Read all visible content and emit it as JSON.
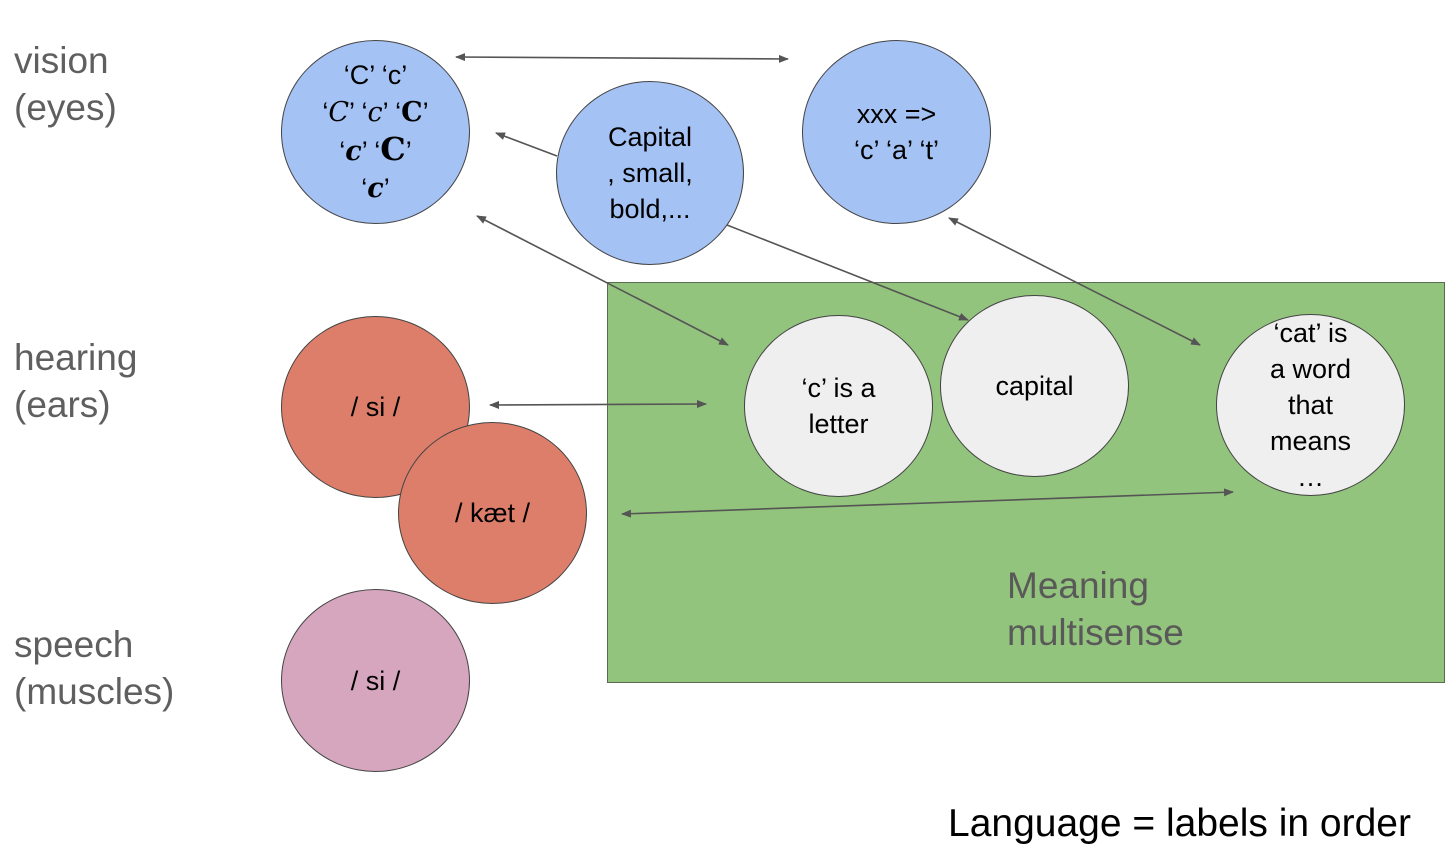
{
  "row_labels": {
    "vision": "vision\n(eyes)",
    "hearing": "hearing\n(ears)",
    "speech": "speech\n(muscles)"
  },
  "nodes": {
    "vision_letters": {
      "line1": "‘C’ ‘c’",
      "line2": [
        "‘",
        "C",
        "’ ‘",
        "c",
        "’ ‘",
        "C",
        "’"
      ],
      "line3": [
        "‘",
        "c",
        "’ ‘",
        "C",
        "’"
      ],
      "line4": [
        "‘",
        "c",
        "’"
      ]
    },
    "vision_styles": "Capital\n, small,\nbold,...",
    "vision_word": "xxx =>\n‘c’ ‘a’ ‘t’",
    "hearing_si": "/ si /",
    "hearing_kaet": "/ kæt /",
    "speech_si": "/ si /",
    "meaning_letter": "‘c’ is a\nletter",
    "meaning_capital": "capital",
    "meaning_word": "‘cat’ is\na word\nthat\nmeans\n…"
  },
  "meaning_box": {
    "label": "Meaning\nmultisense",
    "color": "#93c47d"
  },
  "footer": "Language = labels in order",
  "colors": {
    "vision": "#a4c2f4",
    "hearing": "#dd7e6b",
    "speech": "#d5a6bd",
    "meaning_node": "#efefef",
    "arrow": "#555555"
  }
}
